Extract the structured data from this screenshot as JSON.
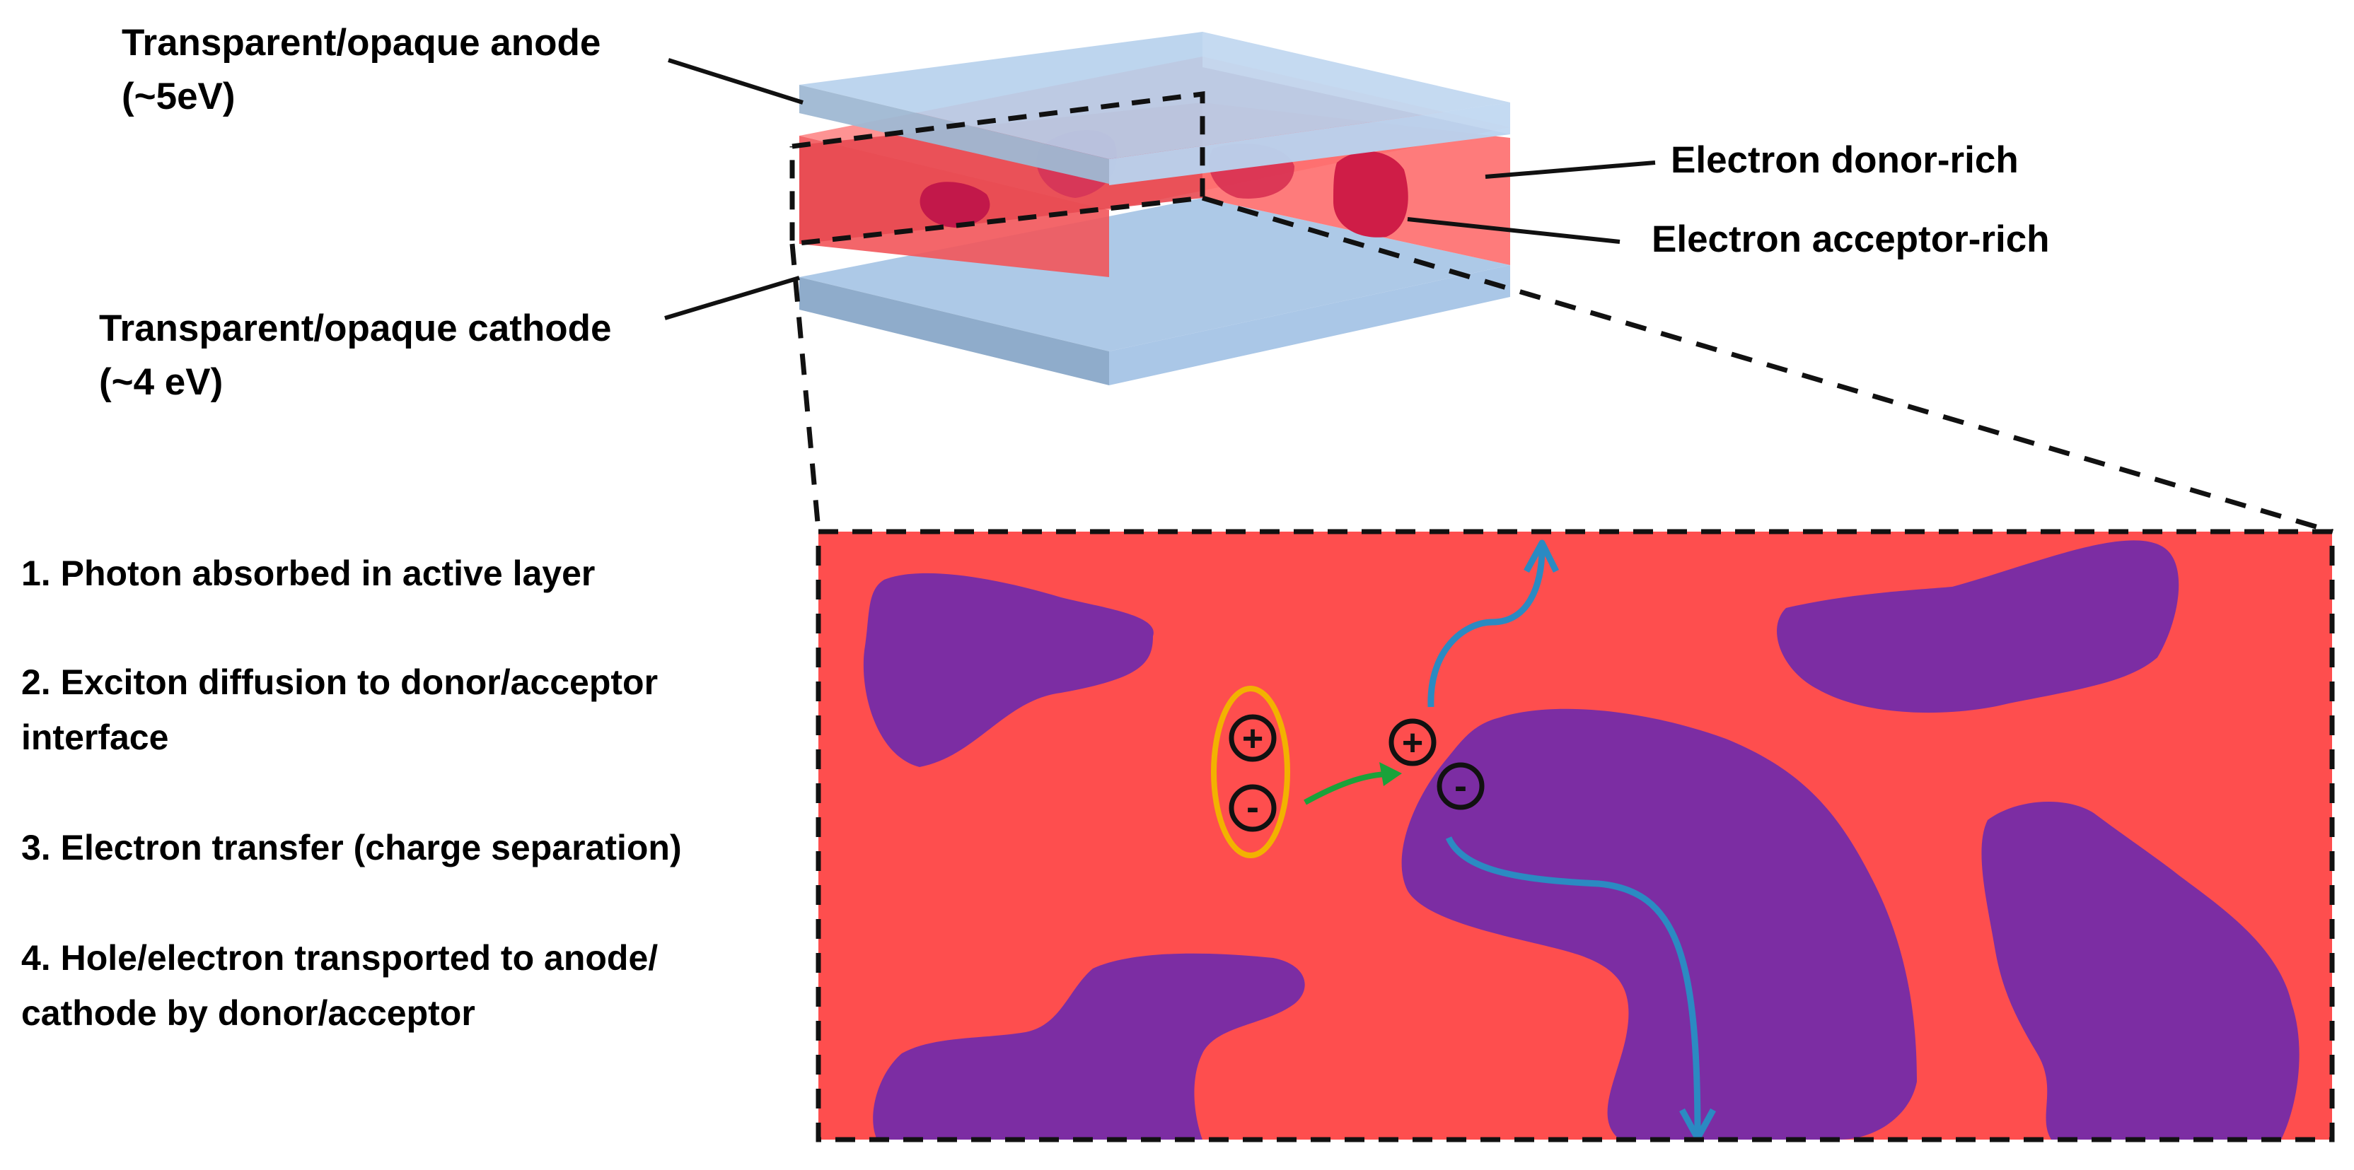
{
  "labels": {
    "anode_line1": "Transparent/opaque anode",
    "anode_line2": "(~5eV)",
    "cathode_line1": "Transparent/opaque cathode",
    "cathode_line2": "(~4 eV)",
    "donor": "Electron donor-rich",
    "acceptor": "Electron acceptor-rich"
  },
  "steps": [
    {
      "line1": "1. Photon absorbed in active layer",
      "line2": ""
    },
    {
      "line1": "2. Exciton diffusion to donor/acceptor",
      "line2": "interface"
    },
    {
      "line1": "3. Electron transfer (charge separation)",
      "line2": ""
    },
    {
      "line1": "4. Hole/electron transported to anode/",
      "line2": "cathode by donor/acceptor"
    }
  ],
  "charges": {
    "hole": "+",
    "electron": "-"
  },
  "colors": {
    "active_layer": "#fe4e4e",
    "acceptor_domain": "#7c2da3",
    "electrode": "#a9c6e6",
    "exciton_ring": "#f2b200",
    "transfer_arrow": "#1aa23a",
    "transport_arrow": "#2b8ac2"
  }
}
